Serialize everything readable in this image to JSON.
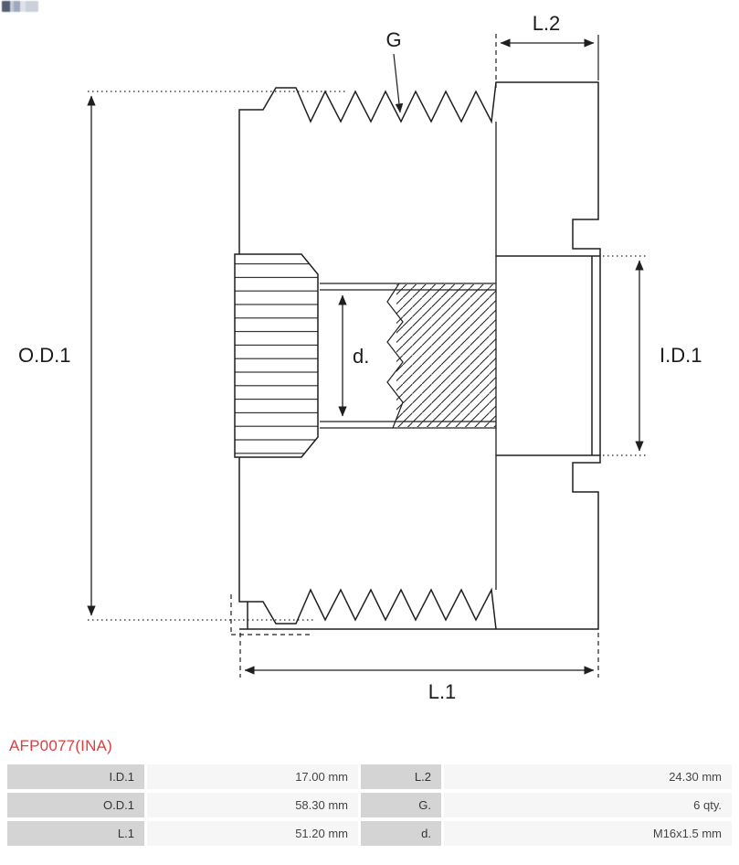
{
  "logo": {
    "icon_name": "brand-logo"
  },
  "diagram": {
    "labels": {
      "g": "G",
      "l2": "L.2",
      "od1": "O.D.1",
      "id1": "I.D.1",
      "d": "d.",
      "l1": "L.1"
    }
  },
  "part_number": "AFP0077(INA)",
  "spec_table": {
    "rows": [
      {
        "label1": "I.D.1",
        "value1": "17.00 mm",
        "label2": "L.2",
        "value2": "24.30 mm"
      },
      {
        "label1": "O.D.1",
        "value1": "58.30 mm",
        "label2": "G.",
        "value2": "6 qty."
      },
      {
        "label1": "L.1",
        "value1": "51.20 mm",
        "label2": "d.",
        "value2": "M16x1.5 mm"
      }
    ]
  },
  "colors": {
    "accent_red": "#d9403f",
    "line": "#1f1f1f",
    "table_label_bg": "#d4d4d4",
    "table_value_bg": "#f6f6f6"
  }
}
